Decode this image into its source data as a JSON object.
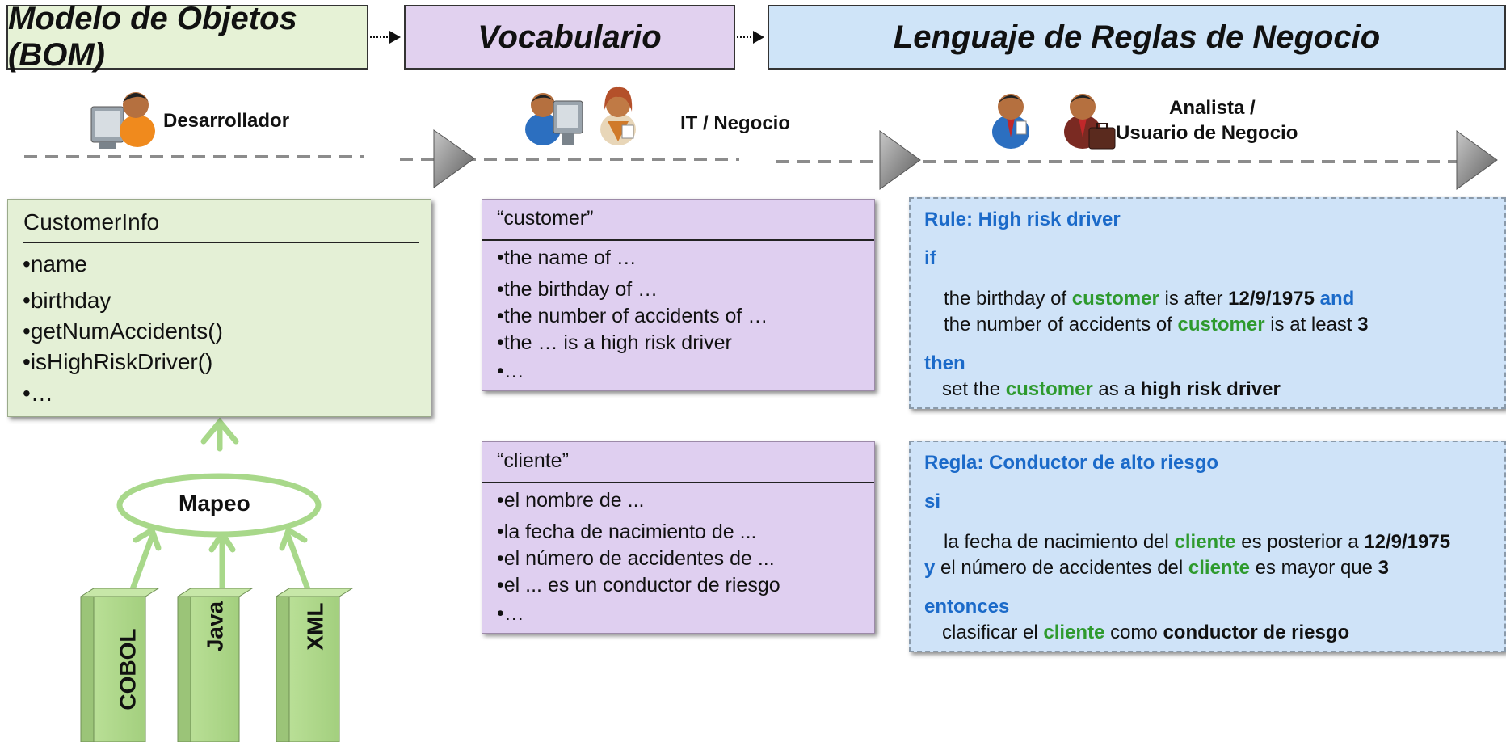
{
  "headers": {
    "bom": "Modelo de Objetos (BOM)",
    "vocab": "Vocabulario",
    "rules": "Lenguaje de Reglas de Negocio"
  },
  "roles": {
    "developer": "Desarrollador",
    "it_business": "IT / Negocio",
    "analyst_line1": "Analista /",
    "analyst_line2": "Usuario de Negocio"
  },
  "bom_box": {
    "class_name": "CustomerInfo",
    "members": [
      "name",
      "birthday",
      "getNumAccidents()",
      "isHighRiskDriver()",
      "…"
    ]
  },
  "mapping": {
    "label": "Mapeo",
    "sources": [
      "COBOL",
      "Java",
      "XML"
    ]
  },
  "vocab_en": {
    "title": "“customer”",
    "items": [
      "the name of …",
      "the birthday of …",
      "the number of accidents of  …",
      "the … is a high risk driver",
      "…"
    ]
  },
  "vocab_es": {
    "title": "“cliente”",
    "items": [
      "el nombre de ...",
      "la fecha de nacimiento de ...",
      "el número de accidentes de ...",
      "el ... es  un conductor de riesgo",
      "…"
    ]
  },
  "rule_en": {
    "title": "Rule: High risk driver",
    "if_kw": "if",
    "c1_a": "the birthday of ",
    "c1_b": "customer",
    "c1_c": " is after ",
    "c1_d": "12/9/1975",
    "c1_e": " and",
    "c2_a": "the number of accidents of ",
    "c2_b": "customer",
    "c2_c": " is at least ",
    "c2_d": "3",
    "then_kw": "then",
    "a_a": "set the ",
    "a_b": "customer",
    "a_c": " as a ",
    "a_d": "high risk driver"
  },
  "rule_es": {
    "title": "Regla: Conductor de alto riesgo",
    "if_kw": "si",
    "c1_a": "la fecha de nacimiento del ",
    "c1_b": "cliente",
    "c1_c": " es posterior a ",
    "c1_d": "12/9/1975",
    "c2_y": "y",
    "c2_a": " el número de accidentes del ",
    "c2_b": "cliente",
    "c2_c": " es mayor que  ",
    "c2_d": "3",
    "then_kw": "entonces",
    "a_a": "clasificar el ",
    "a_b": "cliente",
    "a_c": " como ",
    "a_d": "conductor de riesgo"
  },
  "colors": {
    "bom_fill": "#e4f0d6",
    "vocab_fill": "#dfcff0",
    "rules_fill": "#cfe3f8",
    "keyword_blue": "#1b6ac9",
    "term_green": "#2e9a2e",
    "mapping_green": "#a8d88a"
  }
}
